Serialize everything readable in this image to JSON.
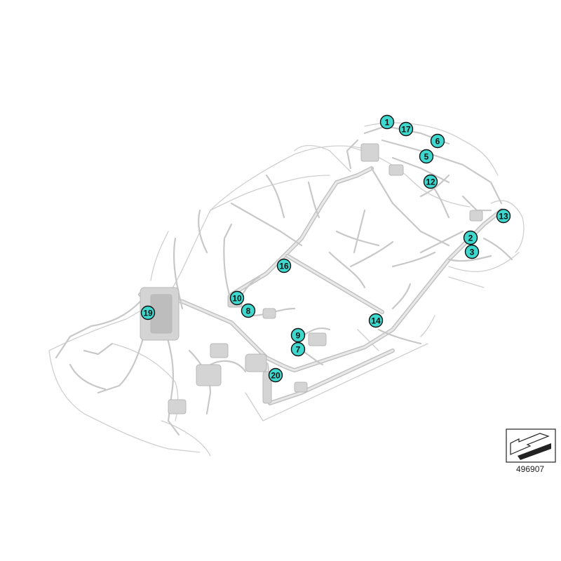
{
  "reference_number": "496907",
  "icon": "direction-arrow-icon",
  "callouts": [
    {
      "label": "1"
    },
    {
      "label": "17"
    },
    {
      "label": "6"
    },
    {
      "label": "5"
    },
    {
      "label": "12"
    },
    {
      "label": "13"
    },
    {
      "label": "2"
    },
    {
      "label": "3"
    },
    {
      "label": "16"
    },
    {
      "label": "10"
    },
    {
      "label": "8"
    },
    {
      "label": "19"
    },
    {
      "label": "14"
    },
    {
      "label": "9"
    },
    {
      "label": "7"
    },
    {
      "label": "20"
    }
  ],
  "colors": {
    "callout_fill": "#3fd8cf",
    "wiring": "#c8c8c8"
  }
}
